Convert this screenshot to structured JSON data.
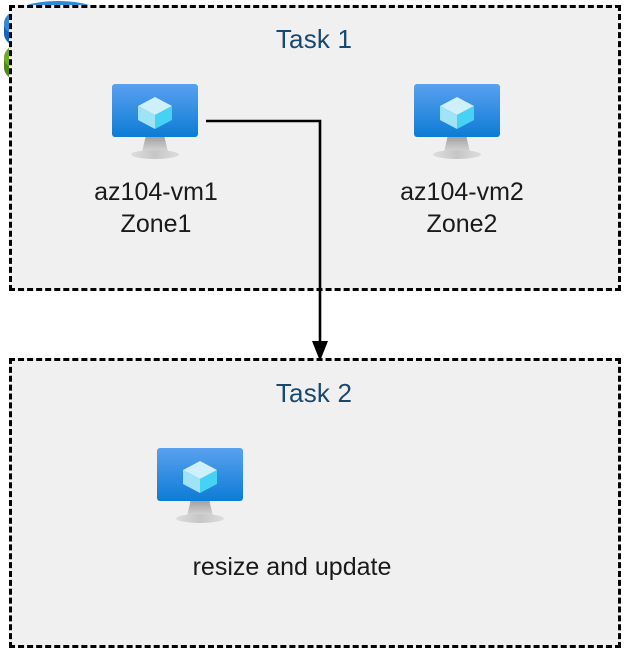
{
  "diagram": {
    "background_color": "#ffffff",
    "box_fill_color": "#f0f0f0",
    "box_border_color": "#000000",
    "title_color": "#17486f",
    "label_color": "#1a1a1a"
  },
  "task1": {
    "title": "Task 1",
    "vm1": {
      "icon": "virtual-machine-icon",
      "name": "az104-vm1",
      "zone": "Zone1"
    },
    "vm2": {
      "icon": "virtual-machine-icon",
      "name": "az104-vm2",
      "zone": "Zone2"
    }
  },
  "connector": {
    "from": "az104-vm1",
    "to": "Task 2",
    "style": "elbow-arrow",
    "color": "#000000",
    "arrowhead": "down-arrow-icon"
  },
  "task2": {
    "title": "Task 2",
    "vm": {
      "icon": "virtual-machine-icon"
    },
    "disks": {
      "icon": "managed-disks-icon",
      "top_disk_color": "#2f8ada",
      "bottom_disk_color": "#6fad1f"
    },
    "caption": "resize and update"
  }
}
